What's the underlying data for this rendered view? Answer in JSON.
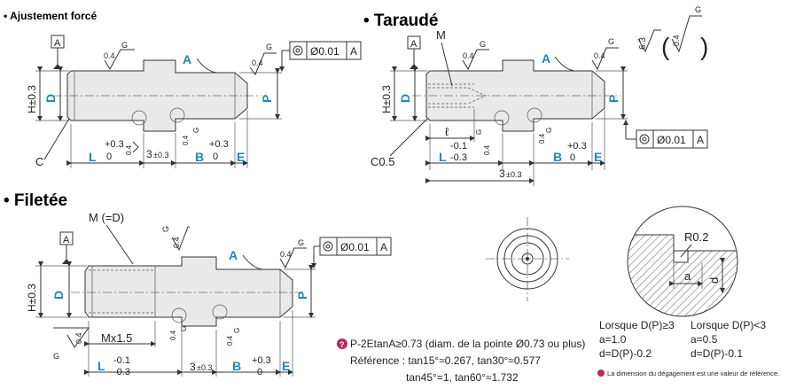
{
  "sections": {
    "press_fit": "• Ajustement forcé",
    "tapped": "• Taraudé",
    "threaded": "• Filetée"
  },
  "dims": {
    "H": "H±0.3",
    "D": "D",
    "P": "P",
    "L": "L",
    "B": "B",
    "E": "E",
    "A": "A",
    "M": "M",
    "M_eq_D": "M (=D)",
    "Mx": "Mx1.5",
    "C": "C",
    "C05": "C0.5",
    "ell": "ℓ",
    "three": "3",
    "pm03": "±0.3",
    "plus03": "+0.3",
    "zero": "0",
    "minus01": "-0.1",
    "minus03": "-0.3",
    "rough04": "0.4",
    "rough63": "6.3",
    "G": "G",
    "datum_A": "A",
    "runout": "Ø0.01",
    "runout_ref": "A",
    "R02": "R0.2",
    "a": "a",
    "d": "d"
  },
  "notes": {
    "line1": "P-2EtanA≥0.73 (diam. de la pointe Ø0.73 ou plus)",
    "line2": "Référence : tan15°≈0.267, tan30°≈0.577",
    "line3": "tan45°=1, tan60°≈1.732"
  },
  "relief": {
    "col1_title": "Lorsque D(P)≥3",
    "col1_a": "a=1.0",
    "col1_d": "d=D(P)-0.2",
    "col2_title": "Lorsque D(P)<3",
    "col2_a": "a=0.5",
    "col2_d": "d=D(P)-0.1",
    "footnote": "La dimension du dégagement est une valeur de référence."
  }
}
